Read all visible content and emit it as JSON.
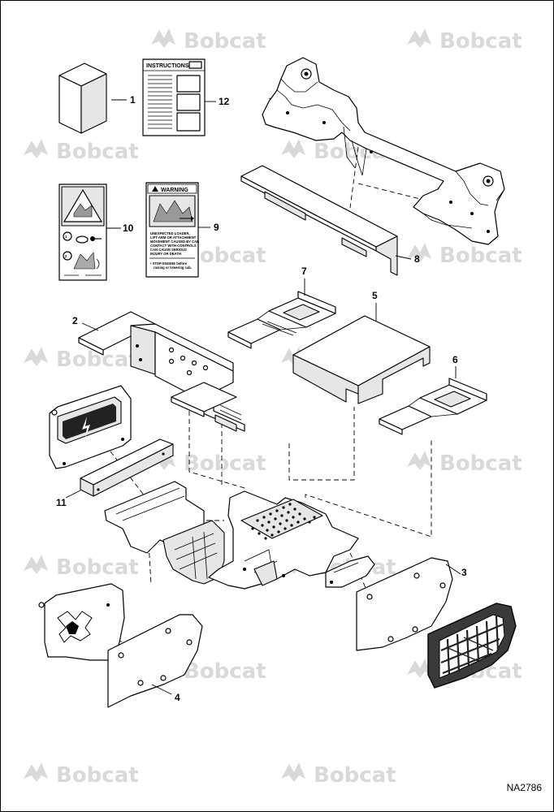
{
  "watermark": {
    "brand": "Bobcat"
  },
  "callouts": [
    "1",
    "2",
    "3",
    "4",
    "5",
    "6",
    "7",
    "8",
    "9",
    "10",
    "11",
    "12"
  ],
  "labels": {
    "instructions_title": "INSTRUCTIONS",
    "warning_title": "WARNING",
    "warning_line_1": "UNEXPECTED LOADER,",
    "warning_line_2": "LIFT ARM OR ATTACHMENT",
    "warning_line_3": "MOVEMENT CAUSED BY CAB",
    "warning_line_4": "CONTACT WITH CONTROLS",
    "warning_line_5": "CAN CAUSE SERIOUS",
    "warning_line_6": "INJURY OR DEATH",
    "warning_line_7": "• STOP ENGINE before",
    "warning_line_8": "raising or lowering cab."
  },
  "figure_id": "NA2786",
  "colors": {
    "line": "#000000",
    "watermark": "#d9d9d9",
    "shade": "#e6e6e6"
  }
}
